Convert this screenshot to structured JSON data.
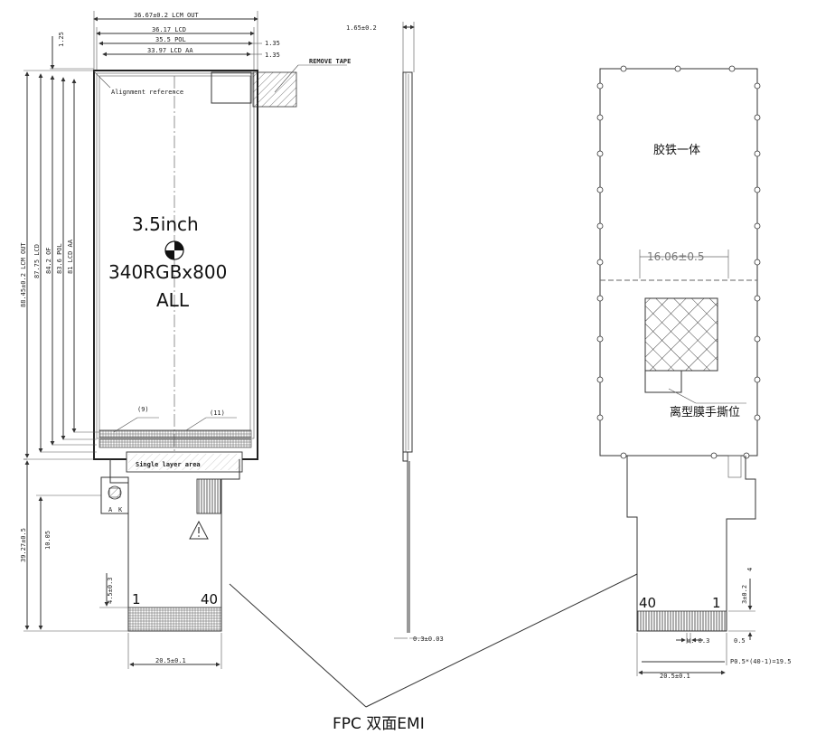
{
  "front_view": {
    "dim_lcm_out_w": "36.67±0.2  LCM OUT",
    "dim_lcd_w": "36.17 LCD",
    "dim_pol_w": "35.5 POL",
    "dim_aa_w": "33.97 LCD AA",
    "dim_top_margin": "1.25",
    "dim_pol_offset": "1.35",
    "dim_aa_offset": "1.35",
    "remove_tape": "REMOVE TAPE",
    "alignment_reference": "Alignment reference",
    "dim_lcm_out_h": "88.45±0.2  LCM OUT",
    "dim_lcd_h": "87.75 LCD",
    "dim_of_h": "84.2 OF",
    "dim_pol_h": "83.6 POL",
    "dim_aa_h": "81 LCD AA",
    "size_label": "3.5inch",
    "resolution_label": "340RGBx800",
    "mode_label": "ALL",
    "callout_9": "(9)",
    "callout_11": "(11)",
    "single_layer_area": "Single layer area",
    "dim_fpc_len": "39.27±0.5",
    "dim_fpc_inner": "10.05",
    "dim_finger_len": "4.5±0.3",
    "pin_first": "1",
    "pin_last": "40",
    "dim_fpc_w": "20.5±0.1",
    "pad_a": "A",
    "pad_k": "K"
  },
  "side_view": {
    "dim_thickness": "1.65±0.2",
    "dim_fpc_thickness": "0.3±0.03"
  },
  "back_view": {
    "label_glue": "胶铁一体",
    "dim_film": "16.06±0.5",
    "label_peel": "离型膜手撕位",
    "pin_first": "40",
    "pin_last": "1",
    "dim_finger_len": "3±0.2",
    "dim_finger_extra": "4",
    "dim_finger_tail": "0.5",
    "dim_pin_w": "W: 0.3",
    "dim_pitch": "P0.5*(40-1)=19.5",
    "dim_fpc_w": "20.5±0.1"
  },
  "caption": "FPC  双面EMI"
}
